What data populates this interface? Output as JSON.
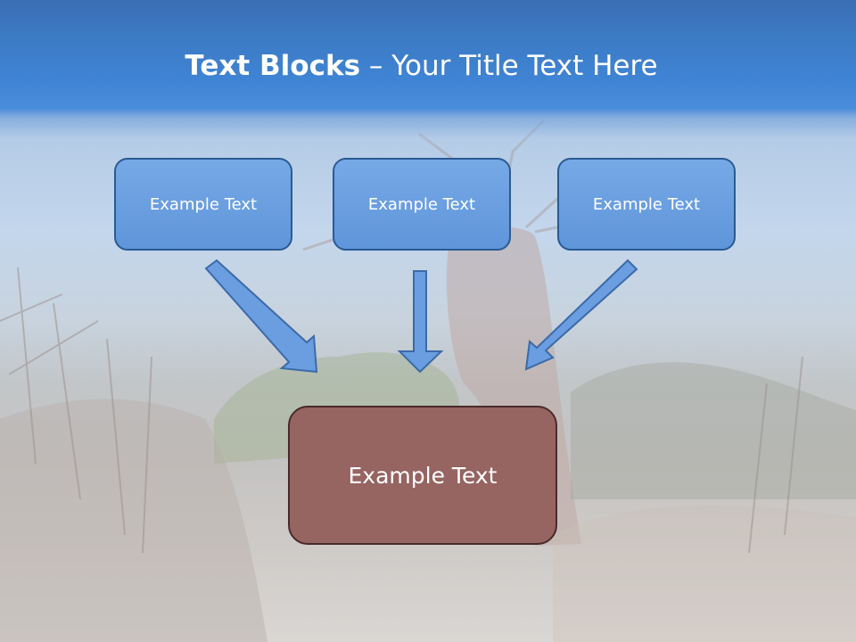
{
  "slide": {
    "title_bold": "Text Blocks",
    "title_rest": " – Your Title Text Here"
  },
  "diagram": {
    "boxes": [
      {
        "label": "Example Text"
      },
      {
        "label": "Example Text"
      },
      {
        "label": "Example Text"
      }
    ],
    "target": {
      "label": "Example Text"
    }
  },
  "colors": {
    "title_band": "#3f84d4",
    "box_fill": "#6a9fe0",
    "box_border": "#2a5a93",
    "target_fill": "#966461",
    "target_border": "#4a2a2a",
    "arrow_fill": "#6a9ee0",
    "arrow_stroke": "#3b6aa8"
  }
}
